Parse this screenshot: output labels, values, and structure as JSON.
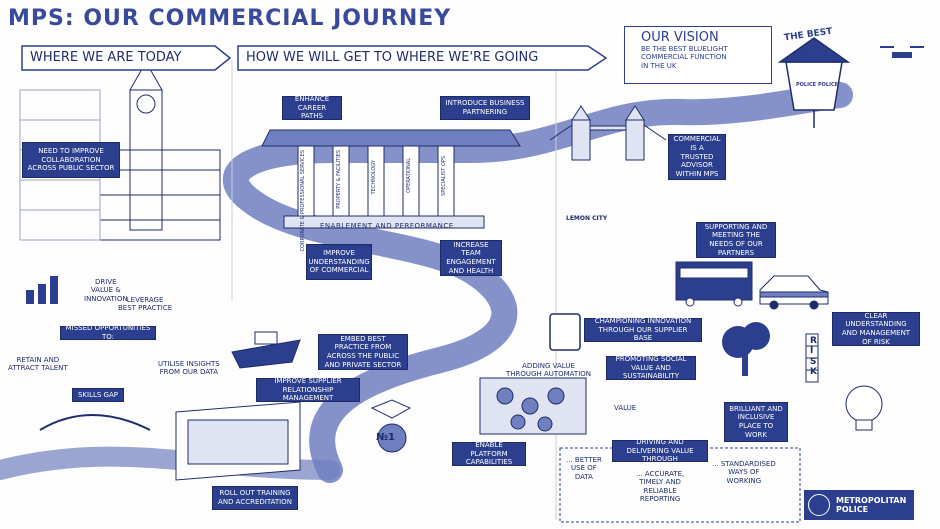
{
  "header": {
    "title": "MPS: OUR COMMERCIAL JOURNEY"
  },
  "arrows": {
    "today": "WHERE WE ARE TODAY",
    "getting_there": "HOW WE WILL GET TO WHERE WE'RE GOING"
  },
  "vision": {
    "title": "OUR VISION",
    "line1": "BE THE BEST BLUELIGHT",
    "line2": "COMMERCIAL FUNCTION",
    "line3": "IN THE UK"
  },
  "badge": {
    "the_best": "THE BEST",
    "lamp_left": "POLICE",
    "lamp_right": "POLICE"
  },
  "boxes": {
    "collaboration": "NEED TO IMPROVE COLLABORATION ACROSS PUBLIC SECTOR",
    "career_paths": "ENHANCE CAREER PATHS",
    "business_partnering": "INTRODUCE BUSINESS PARTNERING",
    "trusted_advisor": "COMMERCIAL IS A TRUSTED ADVISOR WITHIN MPS",
    "partners_needs": "SUPPORTING AND MEETING THE NEEDS OF OUR PARTNERS",
    "understanding_commercial": "IMPROVE UNDERSTANDING OF COMMERCIAL",
    "team_health": "INCREASE TEAM ENGAGEMENT AND HEALTH",
    "missed_opportunities": "MISSED OPPORTUNITIES TO:",
    "best_practice": "EMBED BEST PRACTICE FROM ACROSS THE PUBLIC AND PRIVATE SECTOR",
    "innovation": "CHAMPIONING INNOVATION THROUGH OUR SUPPLIER BASE",
    "clear_risk": "CLEAR UNDERSTANDING AND MANAGEMENT OF RISK",
    "social_value": "PROMOTING SOCIAL VALUE AND SUSTAINABILITY",
    "supplier_relationship": "IMPROVE SUPPLIER RELATIONSHIP MANAGEMENT",
    "skills_gap": "SKILLS GAP",
    "place_to_work": "BRILLIANT AND INCLUSIVE PLACE TO WORK",
    "platform": "ENABLE PLATFORM CAPABILITIES",
    "driving_value": "DRIVING AND DELIVERING VALUE THROUGH",
    "training": "ROLL OUT TRAINING AND ACCREDITATION"
  },
  "notes": {
    "drive_value": [
      "DRIVE",
      "VALUE &",
      "INNOVATION"
    ],
    "leverage": [
      "LEVERAGE",
      "BEST PRACTICE"
    ],
    "retain": [
      "RETAIN AND",
      "ATTRACT TALENT"
    ],
    "utilise": [
      "UTILISE INSIGHTS",
      "FROM OUR DATA"
    ],
    "adding_value": [
      "ADDING VALUE",
      "THROUGH AUTOMATION"
    ],
    "better_data": [
      "... BETTER",
      "USE OF",
      "DATA"
    ],
    "accurate": [
      "... ACCURATE,",
      "TIMELY AND",
      "RELIABLE",
      "REPORTING"
    ],
    "standardised": [
      "... STANDARDISED",
      "WAYS OF",
      "WORKING"
    ],
    "value_bubble": "VALUE"
  },
  "pillars": [
    "CORPORATE & PROFESSIONAL SERVICES",
    "PROPERTY & FACILITIES",
    "TECHNOLOGY",
    "OPERATIONAL",
    "SPECIALIST OPS"
  ],
  "labels": {
    "enablement": "ENABLEMENT AND PERFORMANCE",
    "no1": "№1",
    "risk": [
      "R",
      "I",
      "S",
      "K"
    ],
    "lemon_city": "LEMON CITY"
  },
  "logo": {
    "line1": "METROPOLITAN",
    "line2": "POLICE"
  },
  "colors": {
    "primary": "#2c3f8f",
    "river": "#6f7fbf",
    "ink": "#1f2d6b"
  }
}
